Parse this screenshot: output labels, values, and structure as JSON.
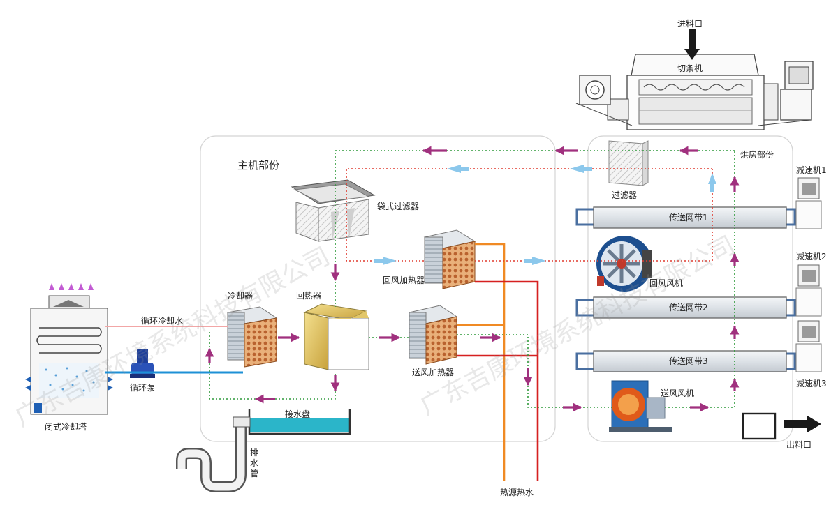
{
  "labels": {
    "inlet": "进料口",
    "cutter": "切条机",
    "host_section": "主机部份",
    "dryer_section": "烘房部份",
    "bag_filter": "袋式过滤器",
    "filter": "过滤器",
    "return_heater": "回风加热器",
    "cooler": "冷却器",
    "recuperator": "回热器",
    "supply_heater": "送风加热器",
    "return_fan": "回风风机",
    "supply_fan": "送风风机",
    "circ_cooling_water": "循环冷却水",
    "circ_pump": "循环泵",
    "cooling_tower": "闭式冷却塔",
    "drip_tray": "接水盘",
    "drain_pipe": "排\n水\n管",
    "heat_source_water": "热源热水",
    "belt1": "传送网带1",
    "belt2": "传送网带2",
    "belt3": "传送网带3",
    "reducer1": "减速机1",
    "reducer2": "减速机2",
    "reducer3": "减速机3",
    "outlet": "出料口"
  },
  "watermarks": [
    "广东吉康环境系统科技有限公司",
    "广东吉康环境系统科技有限公司"
  ],
  "colors": {
    "supply_air": "#2f9a3a",
    "return_air": "#e03a2e",
    "cool_water": "#f2a6a6",
    "return_water": "#1e90d6",
    "hot_water_a": "#f08a24",
    "hot_water_b": "#d62020",
    "arrow_magenta": "#a0307e",
    "arrow_blue": "#8cc8ec"
  }
}
